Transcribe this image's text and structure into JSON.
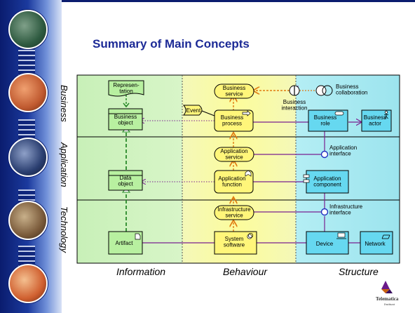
{
  "slide": {
    "title": "Summary of Main Concepts",
    "logo_text": "Telematica",
    "logo_subtext": "Instituut"
  },
  "layers": [
    "Business",
    "Application",
    "Technology"
  ],
  "columns": [
    "Information",
    "Behaviour",
    "Structure"
  ],
  "elements": {
    "representation": "Represen-\ntation",
    "business_object": "Business\nobject",
    "data_object": "Data\nobject",
    "artifact": "Artifact",
    "business_service": "Business\nservice",
    "business_interaction": "Business\ninteraction",
    "event": "Event",
    "business_process": "Business\nprocess",
    "application_service": "Application\nservice",
    "application_function": "Application\nfunction",
    "infrastructure_service": "Infrastructure\nservice",
    "system_software": "System\nsoftware",
    "business_collaboration": "Business\ncollaboration",
    "business_role": "Business\nrole",
    "business_actor": "Business\nactor",
    "application_interface": "Application\ninterface",
    "application_component": "Application\ncomponent",
    "infrastructure_interface": "Infrastructure\ninterface",
    "device": "Device",
    "network": "Network"
  },
  "colors": {
    "information_bg": "#c8f0b8",
    "behaviour_bg": "#fafaa8",
    "structure_bg": "#a8e8f0",
    "information_box": "#b8f0a0",
    "behaviour_box": "#fff67a",
    "structure_box": "#66d8f0",
    "flow_orange": "#e07a10",
    "link_purple": "#7a2090",
    "link_green": "#2a8a2a",
    "title_blue": "#1c2a96"
  }
}
